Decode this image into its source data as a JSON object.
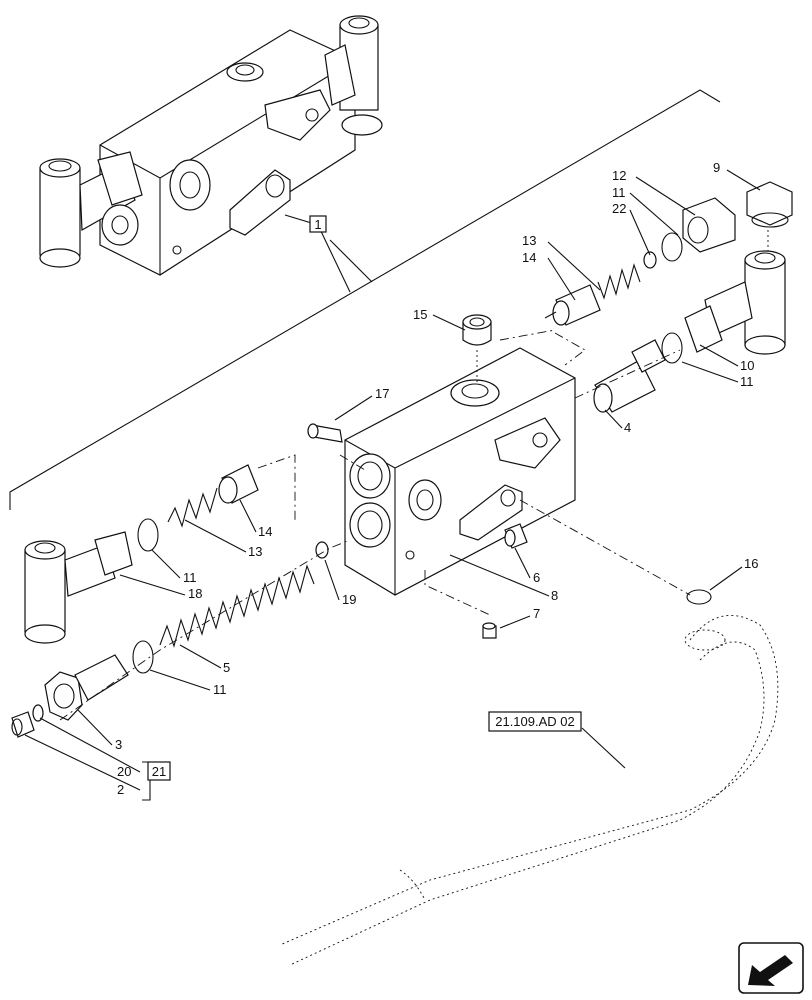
{
  "labels": {
    "p1": "1",
    "p2": "2",
    "p3": "3",
    "p4": "4",
    "p5": "5",
    "p6": "6",
    "p7": "7",
    "p8": "8",
    "p9": "9",
    "p10": "10",
    "p11a": "11",
    "p11b": "11",
    "p11c": "11",
    "p11d": "11",
    "p12": "12",
    "p13a": "13",
    "p13b": "13",
    "p14a": "14",
    "p14b": "14",
    "p15": "15",
    "p16": "16",
    "p17": "17",
    "p18": "18",
    "p19": "19",
    "p20": "20",
    "p21": "21",
    "p22": "22"
  },
  "reference": "21.109.AD 02",
  "icons": {
    "nav": "arrow-icon"
  }
}
